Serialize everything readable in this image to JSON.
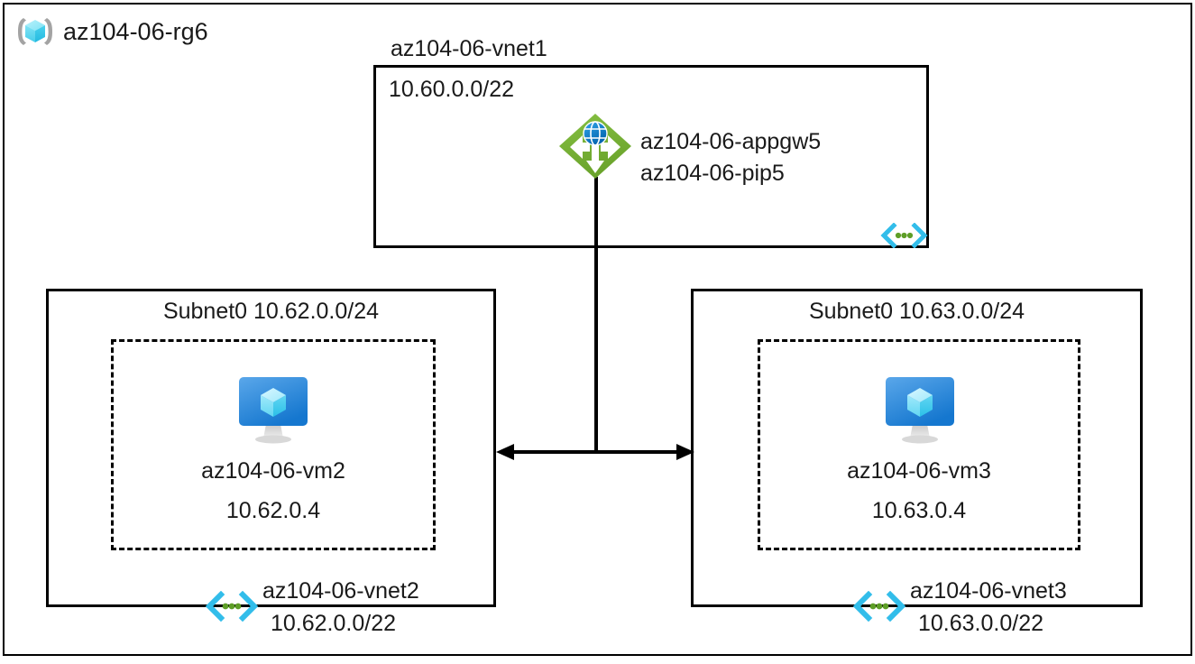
{
  "resource_group": {
    "name": "az104-06-rg6",
    "icon": "resource-group-cube-icon"
  },
  "vnet1": {
    "title": "az104-06-vnet1",
    "address_space": "10.60.0.0/22",
    "vnet_icon": "virtual-network-icon",
    "appgw": {
      "icon": "application-gateway-icon",
      "line1": "az104-06-appgw5",
      "line2": "az104-06-pip5"
    }
  },
  "vnet2": {
    "subnet_label": "Subnet0 10.62.0.0/24",
    "vm": {
      "icon": "virtual-machine-icon",
      "name": "az104-06-vm2",
      "ip": "10.62.0.4"
    },
    "vnet_icon": "virtual-network-icon",
    "name": "az104-06-vnet2",
    "address_space": "10.62.0.0/22"
  },
  "vnet3": {
    "subnet_label": "Subnet0 10.63.0.0/24",
    "vm": {
      "icon": "virtual-machine-icon",
      "name": "az104-06-vm3",
      "ip": "10.63.0.4"
    },
    "vnet_icon": "virtual-network-icon",
    "name": "az104-06-vnet3",
    "address_space": "10.63.0.0/22"
  },
  "connectors": {
    "peering_arrow": "bidirectional-peering-arrow",
    "gateway_drop_line": "gateway-vertical-line"
  },
  "colors": {
    "stroke": "#000000",
    "text": "#1a1a1a",
    "appgw_green": "#7ab648",
    "appgw_globe_blue": "#0078d4",
    "vnet_cyan": "#32bdea",
    "vnet_dot_green": "#5e9e27",
    "vm_blue_top": "#50a0e8",
    "vm_blue_bottom": "#1b7fd4",
    "cube_cyan": "#7fe3f5",
    "rg_bracket_gray": "#a3a3a3"
  }
}
